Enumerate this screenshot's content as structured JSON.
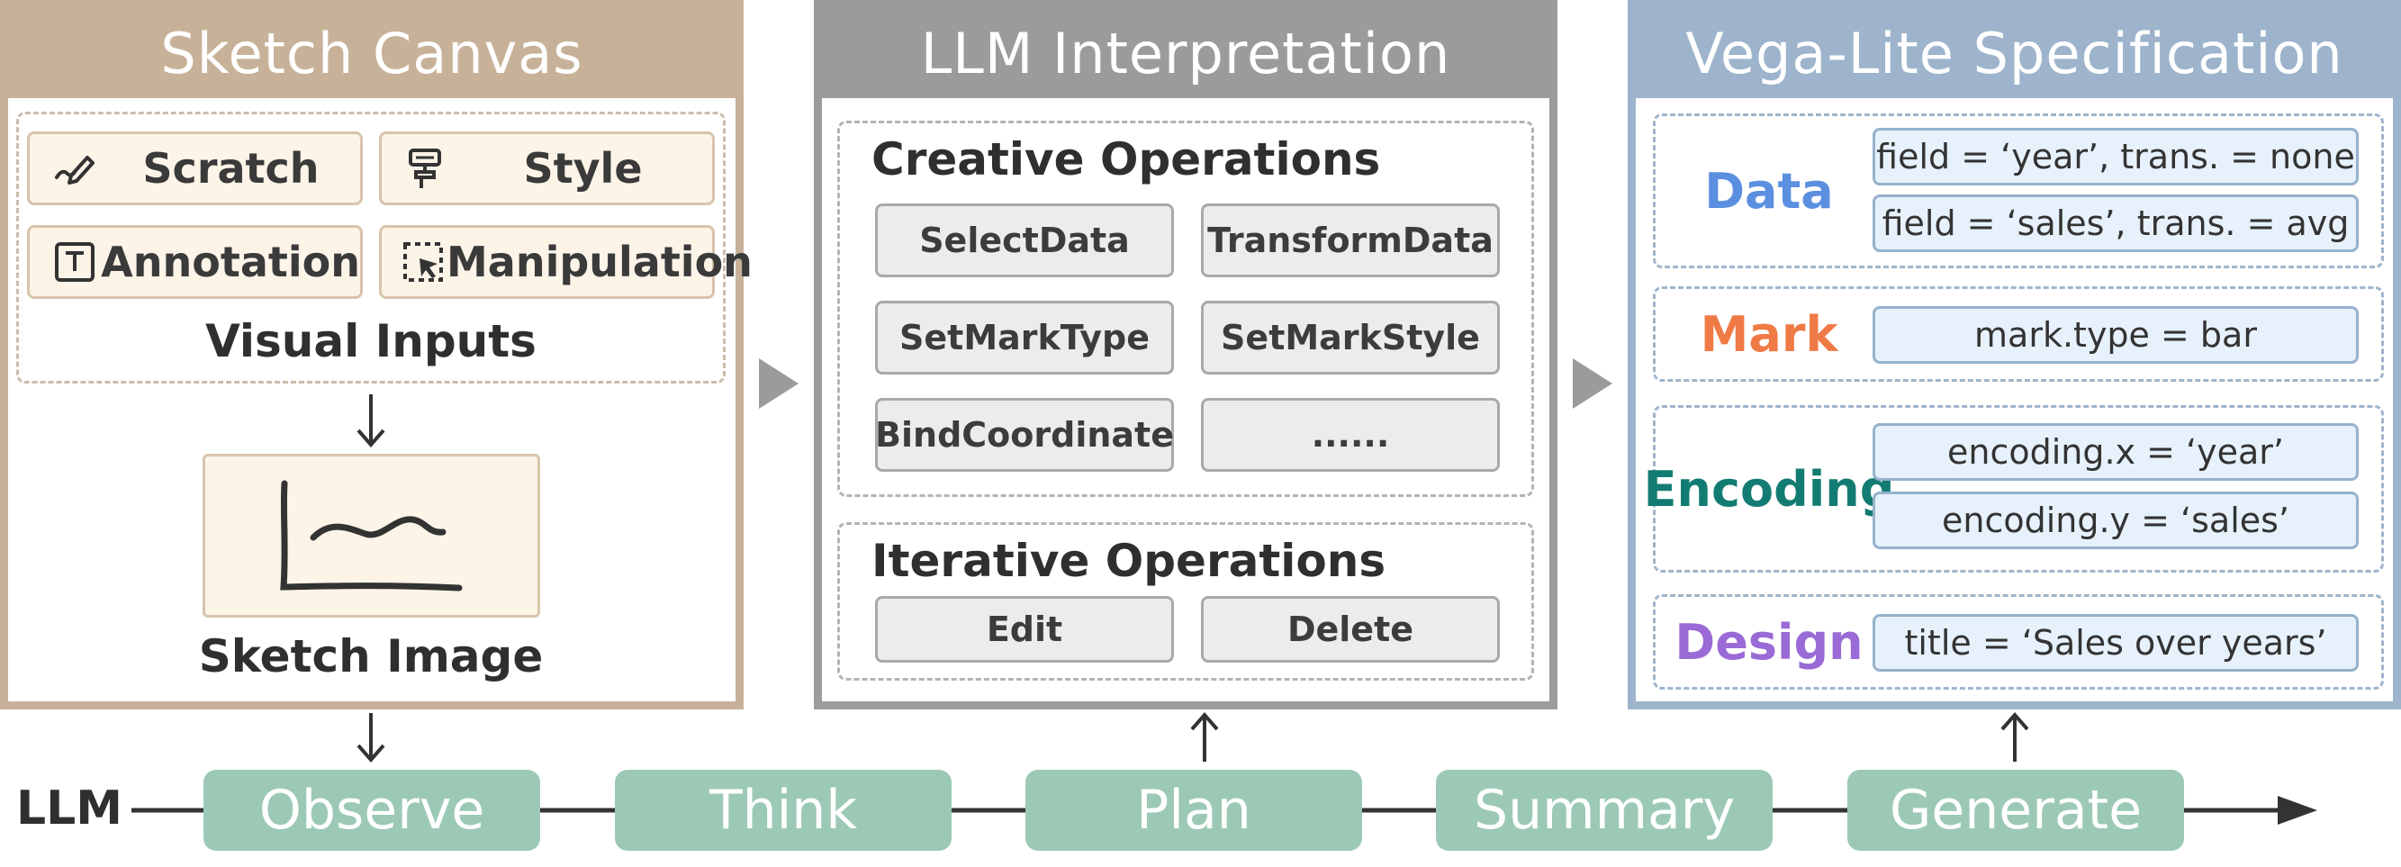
{
  "panels": {
    "sketch": {
      "title": "Sketch Canvas",
      "header_color": "#c7b299",
      "chips": [
        "Scratch",
        "Style",
        "Annotation",
        "Manipulation"
      ],
      "visual_inputs_label": "Visual Inputs",
      "sketch_image_label": "Sketch Image"
    },
    "llm": {
      "title": "LLM Interpretation",
      "header_color": "#9b9b9b",
      "creative_title": "Creative Operations",
      "creative_ops": [
        "SelectData",
        "TransformData",
        "SetMarkType",
        "SetMarkStyle",
        "BindCoordinate",
        "......"
      ],
      "iterative_title": "Iterative Operations",
      "iterative_ops": [
        "Edit",
        "Delete"
      ]
    },
    "vega": {
      "title": "Vega-Lite Specification",
      "header_color": "#9db4cc",
      "groups": [
        {
          "label": "Data",
          "color": "#5b8fe0",
          "items": [
            "field = ‘year’, trans. = none",
            "field = ‘sales’, trans. = avg"
          ]
        },
        {
          "label": "Mark",
          "color": "#f07a45",
          "items": [
            "mark.type = bar"
          ]
        },
        {
          "label": "Encoding",
          "color": "#137c72",
          "items": [
            "encoding.x = ‘year’",
            "encoding.y = ‘sales’"
          ]
        },
        {
          "label": "Design",
          "color": "#9a6ad6",
          "items": [
            "title = ‘Sales over years’"
          ]
        }
      ]
    }
  },
  "pipeline": {
    "llm_label": "LLM",
    "steps": [
      "Observe",
      "Think",
      "Plan",
      "Summary",
      "Generate"
    ],
    "step_color": "#9cc9b5"
  }
}
